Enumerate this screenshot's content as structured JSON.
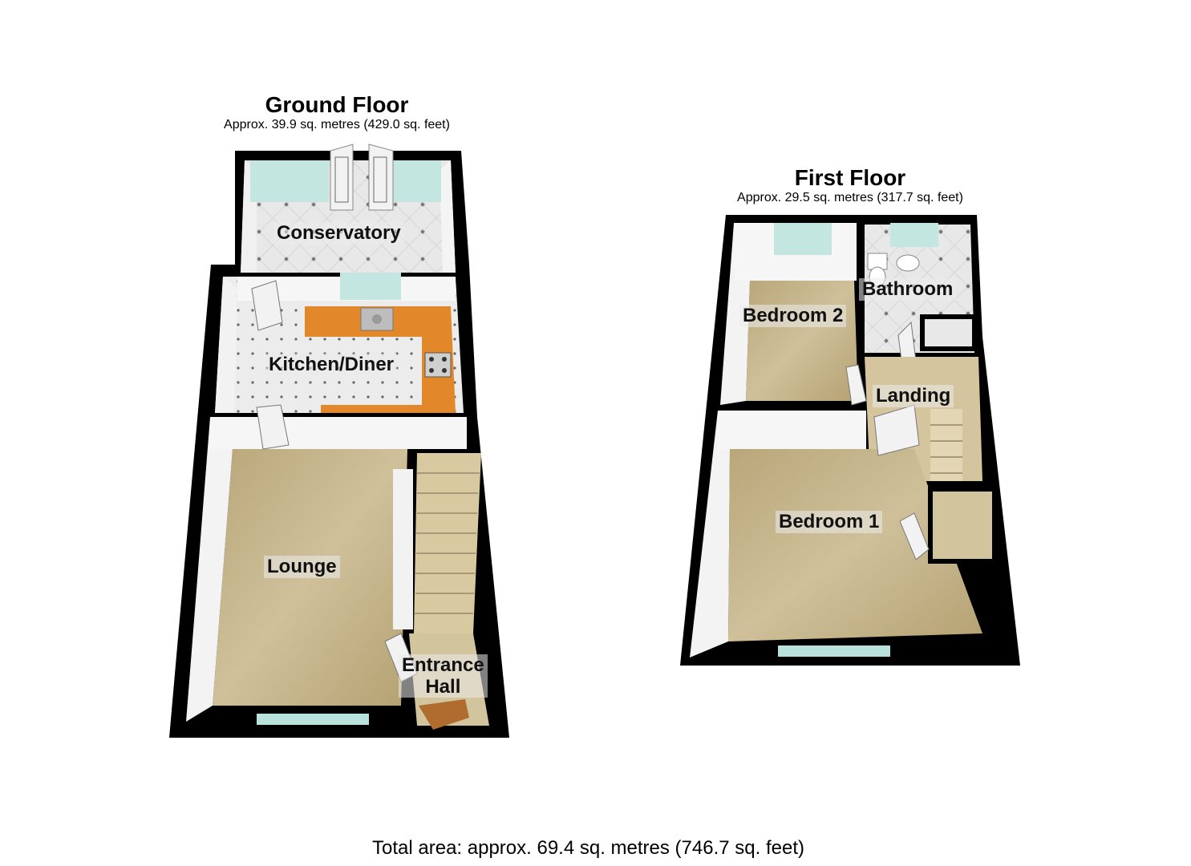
{
  "ground_floor": {
    "title": "Ground Floor",
    "area": "Approx. 39.9 sq. metres (429.0 sq. feet)",
    "rooms": {
      "conservatory": "Conservatory",
      "kitchen": "Kitchen/Diner",
      "lounge": "Lounge",
      "entrance_line1": "Entrance",
      "entrance_line2": "Hall"
    }
  },
  "first_floor": {
    "title": "First Floor",
    "area": "Approx. 29.5 sq. metres (317.7 sq. feet)",
    "rooms": {
      "bedroom2": "Bedroom 2",
      "bathroom": "Bathroom",
      "landing": "Landing",
      "bedroom1": "Bedroom 1"
    }
  },
  "total_area": "Total area: approx. 69.4 sq. metres (746.7 sq. feet)",
  "colors": {
    "wall": "#000000",
    "carpet": "#c8b88a",
    "floor_tile": "#e6e6e6",
    "worktop": "#e08a2a",
    "window": "#b9e2dc",
    "inner_wall": "#f4f4f4"
  }
}
